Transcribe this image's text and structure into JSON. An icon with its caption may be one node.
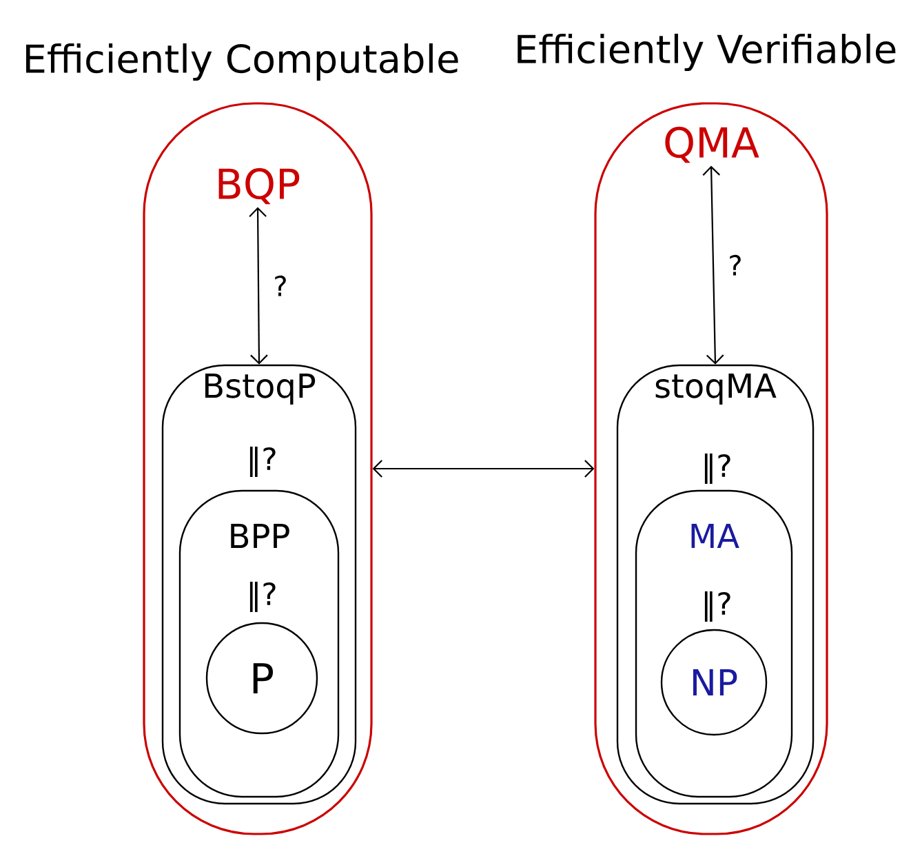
{
  "diagram": {
    "nodes": [
      {
        "text": [],
        "shape": "oval"
      },
      {
        "text": [
          "BQP"
        ],
        "in": 0
      },
      {
        "text": [
          "BstoqP"
        ],
        "in": 0
      },
      {
        "text": [
          "BPP"
        ],
        "in": 2
      },
      {
        "text": [
          "P"
        ],
        "in": 3
      },
      {
        "text": [],
        "shape": "oval"
      },
      {
        "text": [
          "QMA"
        ],
        "in": 5
      },
      {
        "text": [
          "stoqMA"
        ],
        "in": 5
      },
      {
        "text": [
          "MA"
        ],
        "in": 7
      },
      {
        "text": [
          "NP"
        ],
        "in": 8
      }
    ],
    "edges": [
      {
        "from": 1,
        "to": 2,
        "arrow": "both",
        "label": "?"
      },
      {
        "from": 6,
        "to": 7,
        "arrow": "both",
        "label": "?"
      },
      {
        "from": 0,
        "to": 5,
        "arrow": "both"
      }
    ],
    "labels": [
      "Efficiently Computable",
      "Efficiently Verifiable",
      "‖?",
      "‖?",
      "‖?",
      "‖?"
    ]
  }
}
